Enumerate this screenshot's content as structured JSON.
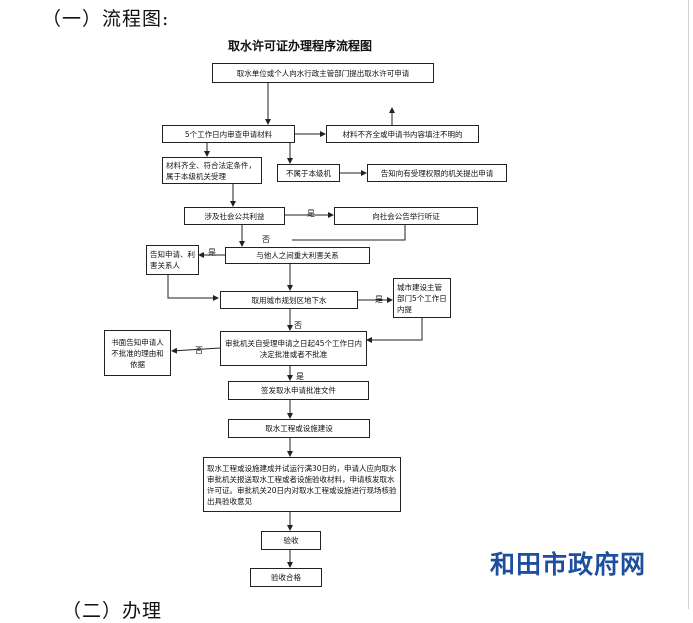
{
  "heading": "（一）流程图:",
  "title": "取水许可证办理程序流程图",
  "nodes": {
    "apply": "取水单位或个人向水行政主管部门提出取水许可申请",
    "review": "5个工作日内审查申请材料",
    "incomplete": "材料不齐全或申请书内容填注不明的",
    "accept": "材料齐全、符合法定条件，属于本级机关受理",
    "not_jurisdiction": "不属于本级机",
    "inform_other": "告知向有受理权限的机关提出申请",
    "public_interest": "涉及社会公共利益",
    "public_hearing": "向社会公告举行听证",
    "stakeholder": "与他人之间重大利害关系",
    "notify_parties": "告知申请、利害关系人",
    "urban_groundwater": "取用城市规划区地下水",
    "urban_dept": "城市建设主管部门5个工作日内提",
    "decision": "审批机关自受理申请之日起45个工作日内决定批准或者不批准",
    "written_notice": "书面告知申请人不批准的理由和依据",
    "issue_approval": "签发取水申请批准文件",
    "construction": "取水工程或设施建设",
    "completion": "取水工程或设施建成并试运行满30日的，申请人应向取水审批机关报送取水工程或者设施验收材料，申请核发取水许可证。审批机关20日内对取水工程或设施进行现场核验出具验收意见",
    "inspection": "验收",
    "pass": "验收合格"
  },
  "edge_labels": {
    "yes": "是",
    "no": "否"
  },
  "watermark": "和田市政府网",
  "footer": "（二）办理"
}
